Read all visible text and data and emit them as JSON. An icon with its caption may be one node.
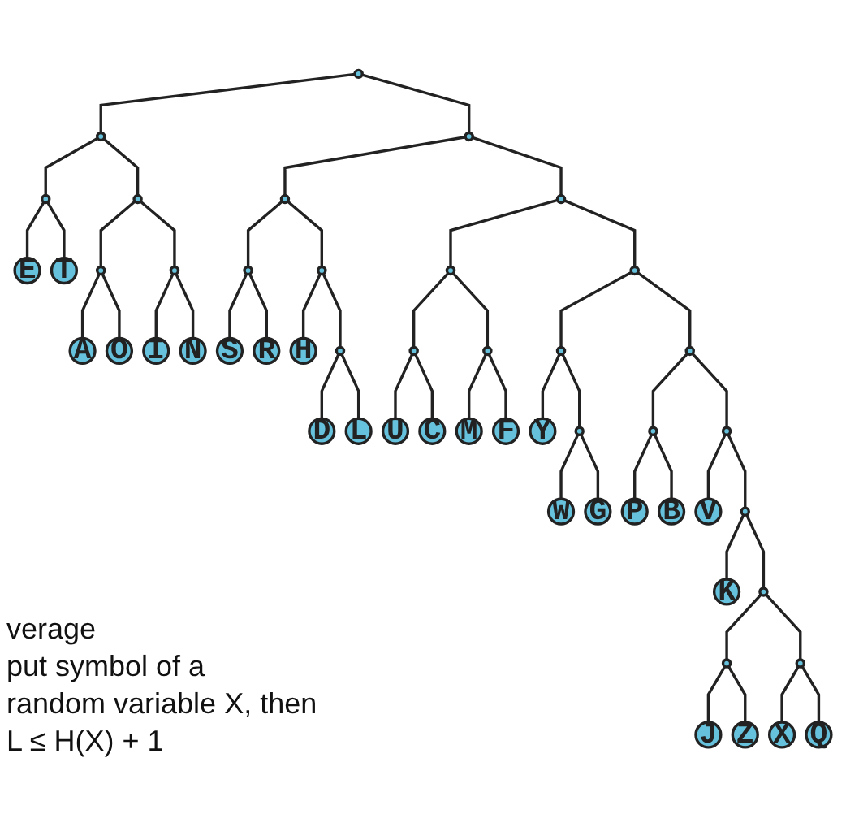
{
  "diagram": {
    "nodes": [
      {
        "text": [],
        "shape": "circle"
      },
      {
        "text": [],
        "shape": "circle"
      },
      {
        "text": [],
        "shape": "circle"
      },
      {
        "text": [],
        "shape": "circle"
      },
      {
        "text": [],
        "shape": "circle"
      },
      {
        "text": [],
        "shape": "circle"
      },
      {
        "text": [],
        "shape": "circle"
      },
      {
        "text": [
          "E"
        ]
      },
      {
        "text": [
          "T"
        ]
      },
      {
        "text": [],
        "shape": "circle"
      },
      {
        "text": [],
        "shape": "circle"
      },
      {
        "text": [],
        "shape": "circle"
      },
      {
        "text": [],
        "shape": "circle"
      },
      {
        "text": [],
        "shape": "circle"
      },
      {
        "text": [],
        "shape": "circle"
      },
      {
        "text": [
          "A"
        ]
      },
      {
        "text": [
          "O"
        ]
      },
      {
        "text": [
          "I"
        ]
      },
      {
        "text": [
          "N"
        ]
      },
      {
        "text": [
          "S"
        ]
      },
      {
        "text": [
          "R"
        ]
      },
      {
        "text": [
          "H"
        ]
      },
      {
        "text": [],
        "shape": "circle"
      },
      {
        "text": [],
        "shape": "circle"
      },
      {
        "text": [],
        "shape": "circle"
      },
      {
        "text": [],
        "shape": "circle"
      },
      {
        "text": [],
        "shape": "circle"
      },
      {
        "text": [
          "D"
        ]
      },
      {
        "text": [
          "L"
        ]
      },
      {
        "text": [
          "U"
        ]
      },
      {
        "text": [
          "C"
        ]
      },
      {
        "text": [
          "M"
        ]
      },
      {
        "text": [
          "F"
        ]
      },
      {
        "text": [
          "Y"
        ]
      },
      {
        "text": [],
        "shape": "circle"
      },
      {
        "text": [],
        "shape": "circle"
      },
      {
        "text": [],
        "shape": "circle"
      },
      {
        "text": [
          "W"
        ]
      },
      {
        "text": [
          "G"
        ]
      },
      {
        "text": [
          "P"
        ]
      },
      {
        "text": [
          "B"
        ]
      },
      {
        "text": [
          "V"
        ]
      },
      {
        "text": [],
        "shape": "circle"
      },
      {
        "text": [
          "K"
        ]
      },
      {
        "text": [],
        "shape": "circle"
      },
      {
        "text": [],
        "shape": "circle"
      },
      {
        "text": [],
        "shape": "circle"
      },
      {
        "text": [
          "J"
        ]
      },
      {
        "text": [
          "Z"
        ]
      },
      {
        "text": [
          "X"
        ]
      },
      {
        "text": [
          "Q"
        ]
      }
    ],
    "edges": [
      {
        "from": 0,
        "to": 1,
        "arrow": "none"
      },
      {
        "from": 0,
        "to": 2,
        "arrow": "none"
      },
      {
        "from": 1,
        "to": 3,
        "arrow": "none"
      },
      {
        "from": 1,
        "to": 4,
        "arrow": "none"
      },
      {
        "from": 2,
        "to": 5,
        "arrow": "none"
      },
      {
        "from": 2,
        "to": 6,
        "arrow": "none"
      },
      {
        "from": 3,
        "to": 7,
        "arrow": "none"
      },
      {
        "from": 3,
        "to": 8,
        "arrow": "none"
      },
      {
        "from": 4,
        "to": 9,
        "arrow": "none"
      },
      {
        "from": 4,
        "to": 10,
        "arrow": "none"
      },
      {
        "from": 5,
        "to": 11,
        "arrow": "none"
      },
      {
        "from": 5,
        "to": 12,
        "arrow": "none"
      },
      {
        "from": 6,
        "to": 13,
        "arrow": "none"
      },
      {
        "from": 6,
        "to": 14,
        "arrow": "none"
      },
      {
        "from": 9,
        "to": 15,
        "arrow": "none"
      },
      {
        "from": 9,
        "to": 16,
        "arrow": "none"
      },
      {
        "from": 10,
        "to": 17,
        "arrow": "none"
      },
      {
        "from": 10,
        "to": 18,
        "arrow": "none"
      },
      {
        "from": 11,
        "to": 19,
        "arrow": "none"
      },
      {
        "from": 11,
        "to": 20,
        "arrow": "none"
      },
      {
        "from": 12,
        "to": 21,
        "arrow": "none"
      },
      {
        "from": 12,
        "to": 22,
        "arrow": "none"
      },
      {
        "from": 13,
        "to": 23,
        "arrow": "none"
      },
      {
        "from": 13,
        "to": 24,
        "arrow": "none"
      },
      {
        "from": 14,
        "to": 25,
        "arrow": "none"
      },
      {
        "from": 14,
        "to": 26,
        "arrow": "none"
      },
      {
        "from": 22,
        "to": 27,
        "arrow": "none"
      },
      {
        "from": 22,
        "to": 28,
        "arrow": "none"
      },
      {
        "from": 23,
        "to": 29,
        "arrow": "none"
      },
      {
        "from": 23,
        "to": 30,
        "arrow": "none"
      },
      {
        "from": 24,
        "to": 31,
        "arrow": "none"
      },
      {
        "from": 24,
        "to": 32,
        "arrow": "none"
      },
      {
        "from": 25,
        "to": 33,
        "arrow": "none"
      },
      {
        "from": 25,
        "to": 34,
        "arrow": "none"
      },
      {
        "from": 26,
        "to": 35,
        "arrow": "none"
      },
      {
        "from": 26,
        "to": 36,
        "arrow": "none"
      },
      {
        "from": 34,
        "to": 37,
        "arrow": "none"
      },
      {
        "from": 34,
        "to": 38,
        "arrow": "none"
      },
      {
        "from": 35,
        "to": 39,
        "arrow": "none"
      },
      {
        "from": 35,
        "to": 40,
        "arrow": "none"
      },
      {
        "from": 36,
        "to": 41,
        "arrow": "none"
      },
      {
        "from": 36,
        "to": 42,
        "arrow": "none"
      },
      {
        "from": 42,
        "to": 43,
        "arrow": "none"
      },
      {
        "from": 42,
        "to": 44,
        "arrow": "none"
      },
      {
        "from": 44,
        "to": 45,
        "arrow": "none"
      },
      {
        "from": 44,
        "to": 46,
        "arrow": "none"
      },
      {
        "from": 45,
        "to": 47,
        "arrow": "none"
      },
      {
        "from": 45,
        "to": 48,
        "arrow": "none"
      },
      {
        "from": 46,
        "to": 49,
        "arrow": "none"
      },
      {
        "from": 46,
        "to": 50,
        "arrow": "none"
      }
    ],
    "labels": [
      "verage",
      "put symbol of a",
      "random variable X, then",
      "L ≤ H(X) + 1"
    ]
  }
}
